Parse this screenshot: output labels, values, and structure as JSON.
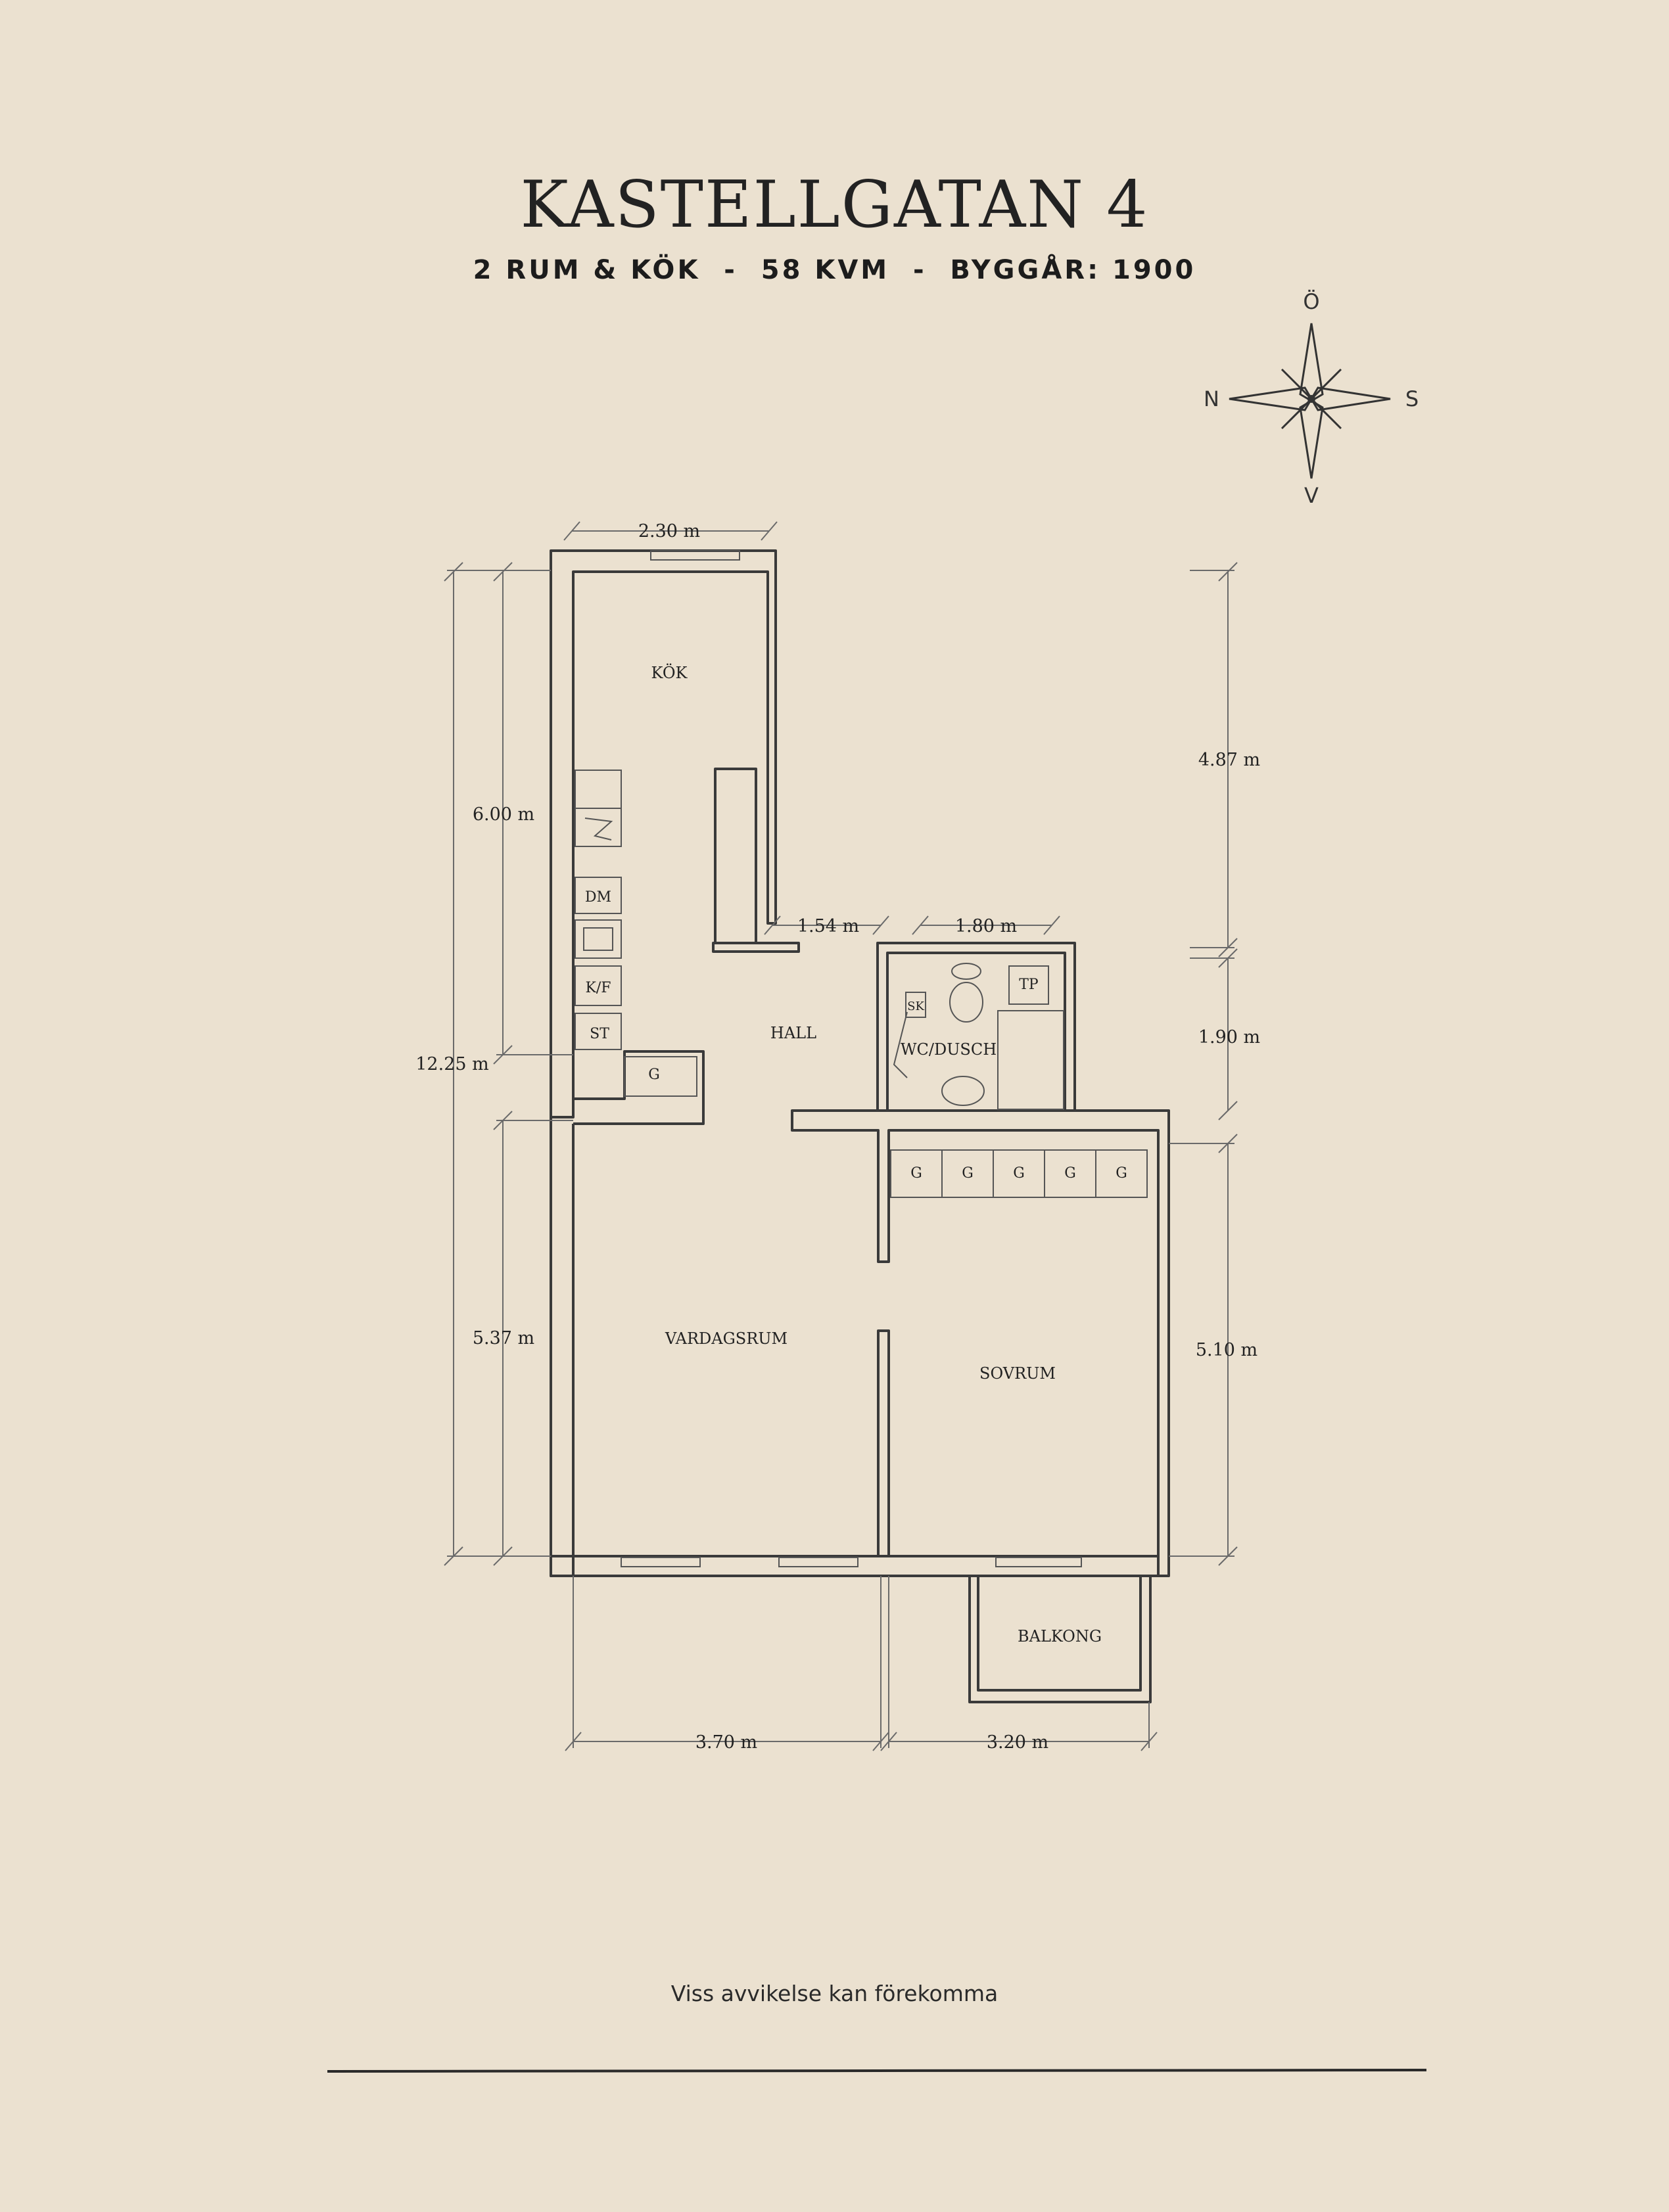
{
  "header": {
    "title": "KASTELLGATAN 4",
    "subtitle": "2 RUM & KÖK  -  58 KVM  -  BYGGÅR: 1900"
  },
  "compass": {
    "north": "Ö",
    "west": "N",
    "east": "S",
    "south": "V"
  },
  "rooms": {
    "kitchen": "KÖK",
    "hall": "HALL",
    "bathroom": "WC/DUSCH",
    "living": "VARDAGSRUM",
    "bedroom": "SOVRUM",
    "balcony": "BALKONG"
  },
  "fixtures": {
    "dishwasher": "DM",
    "fridge": "K/F",
    "stove": "ST",
    "closet": "G",
    "cabinet": "SK",
    "towel_dryer": "TP",
    "wardrobe": [
      "G",
      "G",
      "G",
      "G",
      "G"
    ]
  },
  "dimensions": {
    "kitchen_width": "2.30 m",
    "kitchen_length": "6.00 m",
    "total_length": "12.25 m",
    "living_length": "5.37 m",
    "right_top": "4.87 m",
    "bath_height": "1.90 m",
    "bedroom_length": "5.10 m",
    "hall_gap": "1.54 m",
    "bath_width": "1.80 m",
    "living_width": "3.70 m",
    "bedroom_width": "3.20 m"
  },
  "footer": {
    "disclaimer": "Viss avvikelse kan förekomma"
  },
  "colors": {
    "background": "#ebe1d0",
    "ink": "#2a2a2a"
  }
}
